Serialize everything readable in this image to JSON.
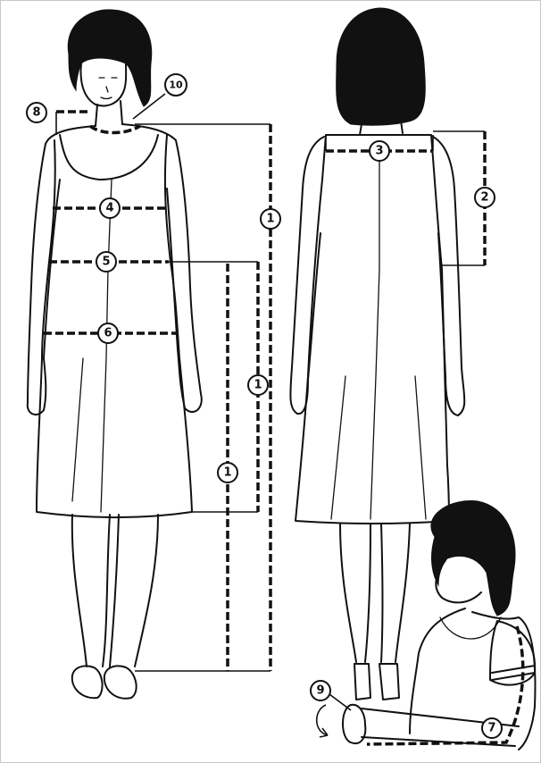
{
  "markers": {
    "m1a": "1",
    "m1b": "1",
    "m1c": "1",
    "m2": "2",
    "m3": "3",
    "m4": "4",
    "m5": "5",
    "m6": "6",
    "m7": "7",
    "m8": "8",
    "m9": "9",
    "m10": "10"
  }
}
